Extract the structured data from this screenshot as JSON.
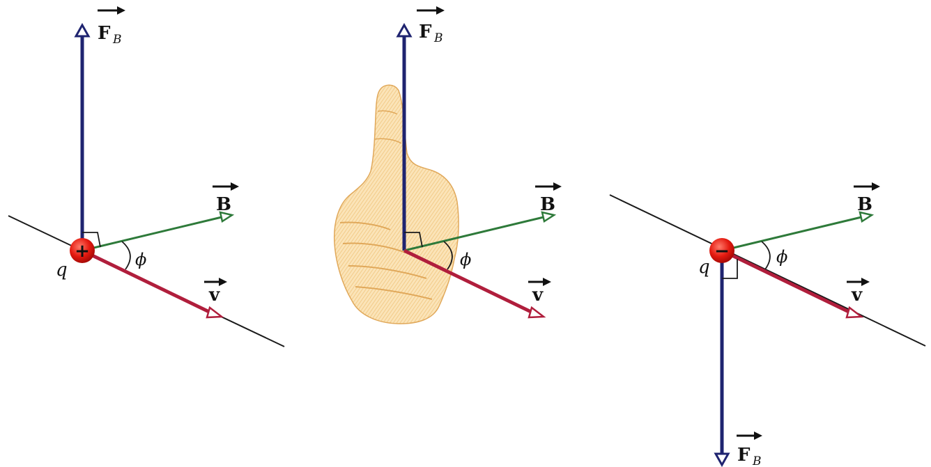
{
  "panels": [
    {
      "charge": {
        "symbol": "q",
        "sign": "+"
      },
      "force": {
        "symbol": "F",
        "subscript": "B",
        "direction": "up"
      },
      "field": {
        "symbol": "B"
      },
      "velocity": {
        "symbol": "v"
      },
      "angle": {
        "symbol": "ϕ"
      }
    },
    {
      "force": {
        "symbol": "F",
        "subscript": "B",
        "direction": "up"
      },
      "field": {
        "symbol": "B"
      },
      "velocity": {
        "symbol": "v"
      },
      "angle": {
        "symbol": "ϕ"
      },
      "hand": "right-hand-thumb-up"
    },
    {
      "charge": {
        "symbol": "q",
        "sign": "−"
      },
      "force": {
        "symbol": "F",
        "subscript": "B",
        "direction": "down"
      },
      "field": {
        "symbol": "B"
      },
      "velocity": {
        "symbol": "v"
      },
      "angle": {
        "symbol": "ϕ"
      }
    }
  ],
  "colors": {
    "force": "#1f2470",
    "field": "#2e7a3a",
    "velocity": "#b01e3c",
    "line": "#1a1a1a",
    "charge": "#e01010",
    "hand_fill": "#f6d49a",
    "hand_stroke": "#e0a85a"
  }
}
